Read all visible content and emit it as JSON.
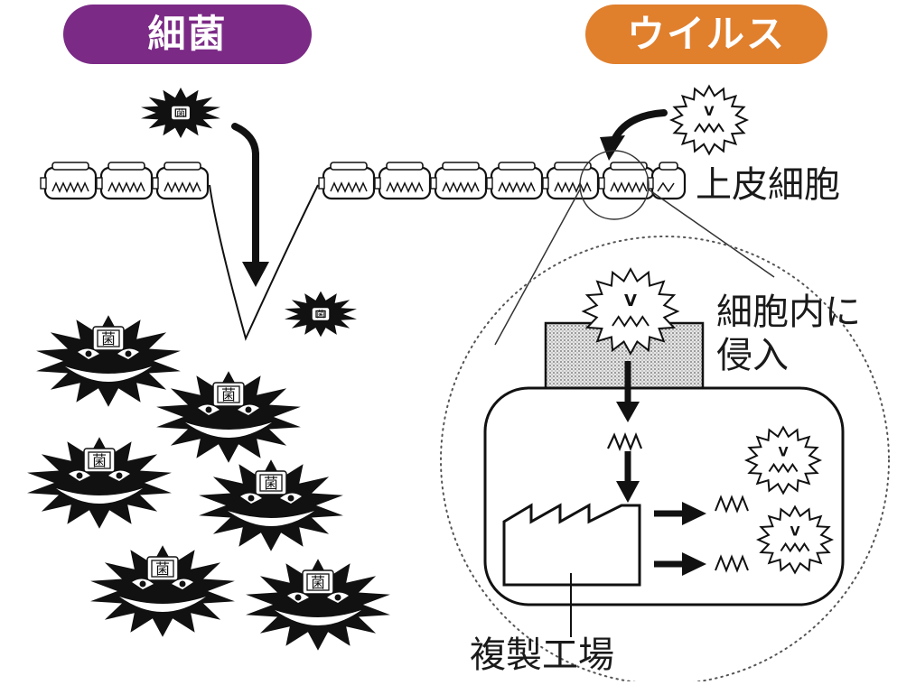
{
  "headers": {
    "bacteria": "細菌",
    "virus": "ウイルス"
  },
  "labels": {
    "epithelial_cell": "上皮細胞",
    "invade_cell_line1": "細胞内に",
    "invade_cell_line2": "侵入",
    "replication_factory": "複製工場"
  },
  "icon_text": {
    "bacteria_badge": "菌",
    "virus_letter": "V"
  },
  "colors": {
    "bacteria_pill": "#7b2a86",
    "virus_pill": "#e07f2c",
    "ink": "#111111"
  },
  "icons": {
    "bacterium": "spiky-bacterium-icon",
    "virus": "spiky-virus-icon",
    "factory": "factory-icon",
    "epithelial_cell": "epithelial-cell-icon"
  }
}
